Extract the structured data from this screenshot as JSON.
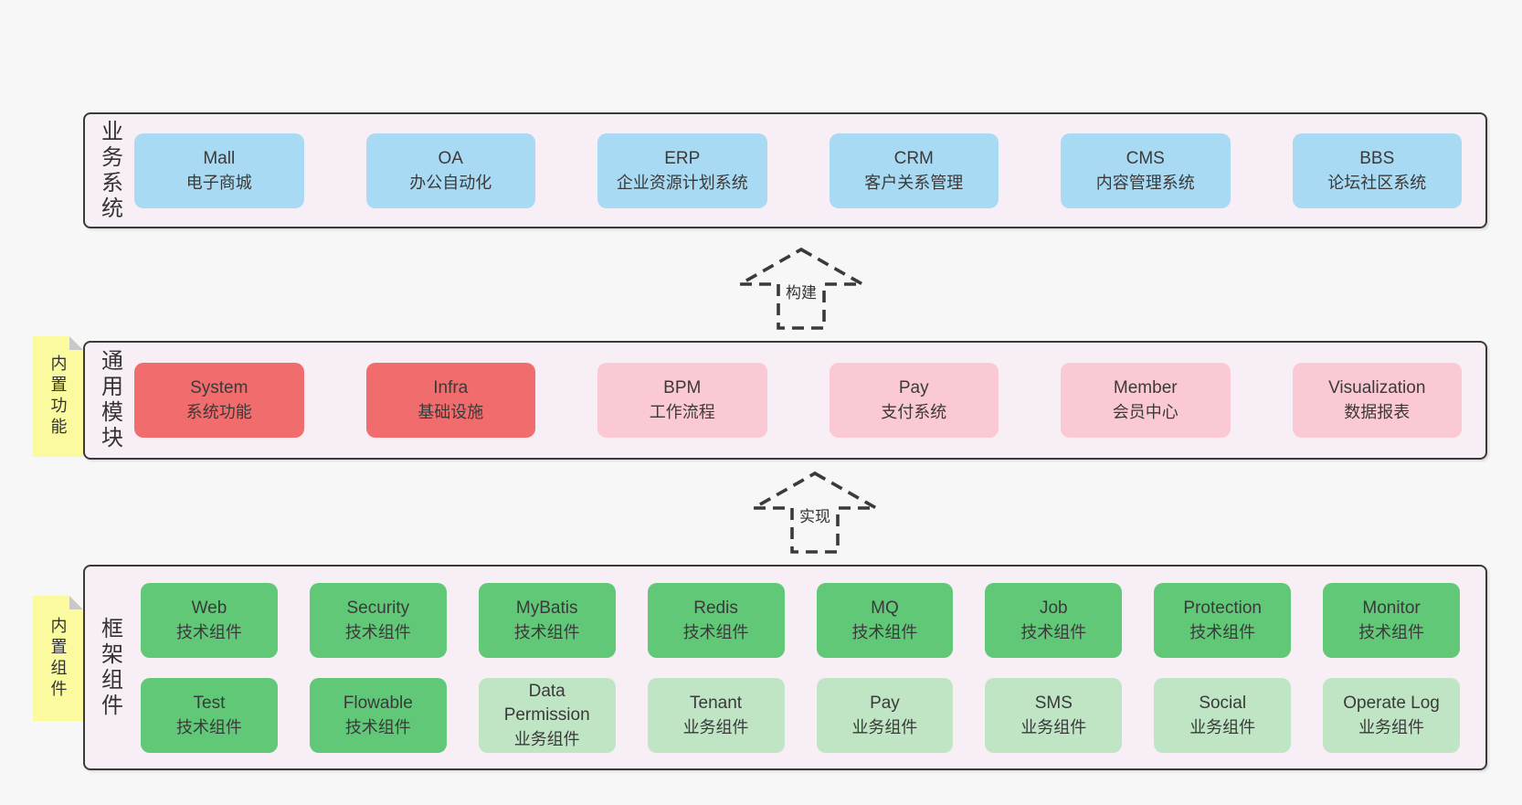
{
  "colors": {
    "page_bg": "#f7f7f7",
    "panel_bg": "#f8eef6",
    "panel_border": "#3a3a3a",
    "text": "#3a3a3a",
    "box_blue": "#a9daf3",
    "box_red": "#f16c6c",
    "box_pink": "#fbc9d4",
    "box_green": "#61c878",
    "box_lightgreen": "#bfe5c5",
    "sticky_bg": "#fbfa9e",
    "sticky_fold": "#c8c8c8"
  },
  "sections": [
    {
      "id": "business-systems",
      "label": "业务系统",
      "boxes": [
        {
          "name": "Mall",
          "desc": "电子商城",
          "variant": "blue"
        },
        {
          "name": "OA",
          "desc": "办公自动化",
          "variant": "blue"
        },
        {
          "name": "ERP",
          "desc": "企业资源计划系统",
          "variant": "blue"
        },
        {
          "name": "CRM",
          "desc": "客户关系管理",
          "variant": "blue"
        },
        {
          "name": "CMS",
          "desc": "内容管理系统",
          "variant": "blue"
        },
        {
          "name": "BBS",
          "desc": "论坛社区系统",
          "variant": "blue"
        }
      ]
    },
    {
      "id": "common-modules",
      "label": "通用模块",
      "sticky": "内置功能",
      "boxes": [
        {
          "name": "System",
          "desc": "系统功能",
          "variant": "red"
        },
        {
          "name": "Infra",
          "desc": "基础设施",
          "variant": "red"
        },
        {
          "name": "BPM",
          "desc": "工作流程",
          "variant": "pink"
        },
        {
          "name": "Pay",
          "desc": "支付系统",
          "variant": "pink"
        },
        {
          "name": "Member",
          "desc": "会员中心",
          "variant": "pink"
        },
        {
          "name": "Visualization",
          "desc": "数据报表",
          "variant": "pink"
        }
      ]
    },
    {
      "id": "framework-components",
      "label": "框架组件",
      "sticky": "内置组件",
      "rows": [
        [
          {
            "name": "Web",
            "desc": "技术组件",
            "variant": "green"
          },
          {
            "name": "Security",
            "desc": "技术组件",
            "variant": "green"
          },
          {
            "name": "MyBatis",
            "desc": "技术组件",
            "variant": "green"
          },
          {
            "name": "Redis",
            "desc": "技术组件",
            "variant": "green"
          },
          {
            "name": "MQ",
            "desc": "技术组件",
            "variant": "green"
          },
          {
            "name": "Job",
            "desc": "技术组件",
            "variant": "green"
          },
          {
            "name": "Protection",
            "desc": "技术组件",
            "variant": "green"
          },
          {
            "name": "Monitor",
            "desc": "技术组件",
            "variant": "green"
          }
        ],
        [
          {
            "name": "Test",
            "desc": "技术组件",
            "variant": "green"
          },
          {
            "name": "Flowable",
            "desc": "技术组件",
            "variant": "green"
          },
          {
            "name": "Data Permission",
            "desc": "业务组件",
            "variant": "lightgreen"
          },
          {
            "name": "Tenant",
            "desc": "业务组件",
            "variant": "lightgreen"
          },
          {
            "name": "Pay",
            "desc": "业务组件",
            "variant": "lightgreen"
          },
          {
            "name": "SMS",
            "desc": "业务组件",
            "variant": "lightgreen"
          },
          {
            "name": "Social",
            "desc": "业务组件",
            "variant": "lightgreen"
          },
          {
            "name": "Operate Log",
            "desc": "业务组件",
            "variant": "lightgreen"
          }
        ]
      ]
    }
  ],
  "arrows": [
    {
      "id": "build",
      "label": "构建"
    },
    {
      "id": "implement",
      "label": "实现"
    }
  ]
}
